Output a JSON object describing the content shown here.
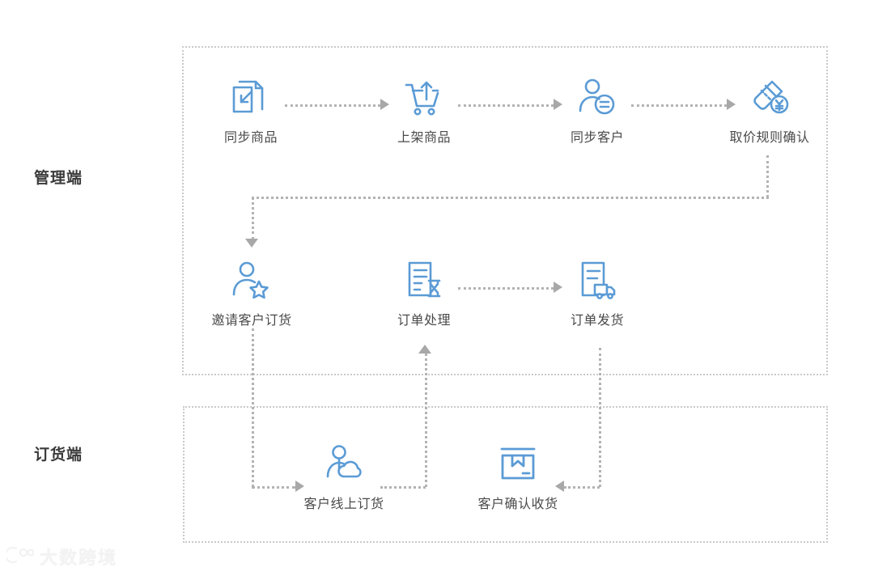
{
  "diagram": {
    "accent_color": "#5B9BD5",
    "line_color": "#b3b3b3",
    "arrow_color": "#a8a8a8",
    "label_color": "#4a4a4a",
    "title_color": "#3a3a3a",
    "background": "#ffffff"
  },
  "sections": [
    {
      "id": "admin",
      "title": "管理端"
    },
    {
      "id": "order",
      "title": "订货端"
    }
  ],
  "nodes": [
    {
      "id": "sync-product",
      "label": "同步商品",
      "icon": "documents-download-icon",
      "section": "admin",
      "row": 1,
      "order": 1
    },
    {
      "id": "list-product",
      "label": "上架商品",
      "icon": "cart-upload-icon",
      "section": "admin",
      "row": 1,
      "order": 2
    },
    {
      "id": "sync-customer",
      "label": "同步客户",
      "icon": "user-sync-icon",
      "section": "admin",
      "row": 1,
      "order": 3
    },
    {
      "id": "price-rule",
      "label": "取价规则确认",
      "icon": "price-tag-yuan-icon",
      "section": "admin",
      "row": 1,
      "order": 4
    },
    {
      "id": "invite-order",
      "label": "邀请客户订货",
      "icon": "user-star-icon",
      "section": "admin",
      "row": 2,
      "order": 1
    },
    {
      "id": "order-process",
      "label": "订单处理",
      "icon": "document-hourglass-icon",
      "section": "admin",
      "row": 2,
      "order": 2
    },
    {
      "id": "order-ship",
      "label": "订单发货",
      "icon": "document-truck-icon",
      "section": "admin",
      "row": 2,
      "order": 3
    },
    {
      "id": "online-order",
      "label": "客户线上订货",
      "icon": "user-cloud-icon",
      "section": "order",
      "row": 3,
      "order": 1
    },
    {
      "id": "confirm-recv",
      "label": "客户确认收货",
      "icon": "open-box-icon",
      "section": "order",
      "row": 3,
      "order": 2
    }
  ],
  "connections": [
    {
      "from": "sync-product",
      "to": "list-product",
      "style": "dotted-arrow",
      "direction": "right"
    },
    {
      "from": "list-product",
      "to": "sync-customer",
      "style": "dotted-arrow",
      "direction": "right"
    },
    {
      "from": "sync-customer",
      "to": "price-rule",
      "style": "dotted-arrow",
      "direction": "right"
    },
    {
      "from": "price-rule",
      "to": "invite-order",
      "style": "dotted-elbow",
      "direction": "down"
    },
    {
      "from": "order-process",
      "to": "order-ship",
      "style": "dotted-arrow",
      "direction": "right"
    },
    {
      "from": "invite-order",
      "to": "online-order",
      "style": "dotted-elbow",
      "direction": "down-right"
    },
    {
      "from": "online-order",
      "to": "order-process",
      "style": "dotted-elbow",
      "direction": "right-up"
    },
    {
      "from": "order-ship",
      "to": "confirm-recv",
      "style": "dotted-elbow",
      "direction": "down-left"
    }
  ],
  "watermark": {
    "text": "大数跨境",
    "logo": "crossborder-logo-icon"
  }
}
